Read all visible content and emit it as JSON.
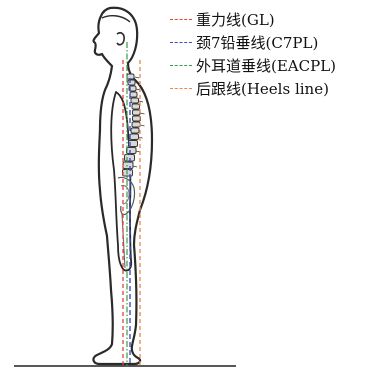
{
  "legend": [
    {
      "key": "gl",
      "label": "重力线(GL)",
      "color": "#e0443a",
      "style": "dashed"
    },
    {
      "key": "c7pl",
      "label": "颈7铅垂线(C7PL)",
      "color": "#3b4fc8",
      "style": "dashed"
    },
    {
      "key": "eacpl",
      "label": "外耳道垂线(EACPL)",
      "color": "#3a9a4a",
      "style": "dashdot"
    },
    {
      "key": "heels",
      "label": "后跟线(Heels line)",
      "color": "#e8874a",
      "style": "dashed"
    }
  ]
}
